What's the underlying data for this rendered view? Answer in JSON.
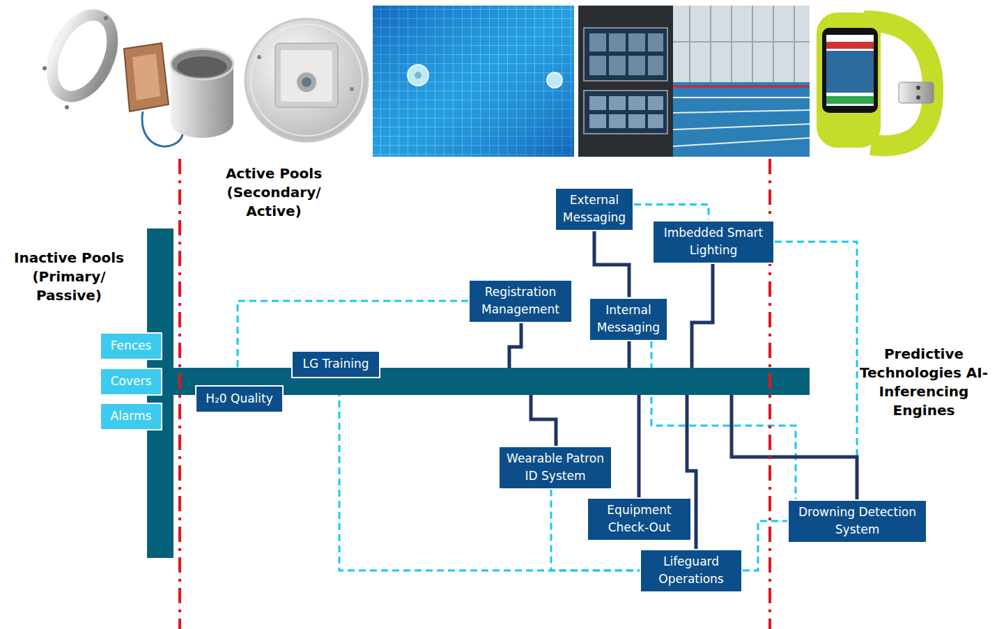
{
  "diagram": {
    "nodes": [
      {
        "text": [
          "Fences"
        ]
      },
      {
        "text": [
          "Covers"
        ]
      },
      {
        "text": [
          "Alarms"
        ]
      },
      {
        "text": [
          "H₂0 Quality"
        ]
      },
      {
        "text": [
          "LG Training"
        ]
      },
      {
        "text": [
          "Registration Management"
        ]
      },
      {
        "text": [
          "External Messaging"
        ]
      },
      {
        "text": [
          "Imbedded Smart Lighting"
        ]
      },
      {
        "text": [
          "Internal Messaging"
        ]
      },
      {
        "text": [
          "Wearable Patron ID System"
        ]
      },
      {
        "text": [
          "Equipment Check-Out"
        ]
      },
      {
        "text": [
          "Lifeguard Operations"
        ]
      },
      {
        "text": [
          "Drowning Detection System"
        ]
      }
    ],
    "edges": [
      {
        "from": 5,
        "to": 3,
        "arrow": "none"
      },
      {
        "from": 6,
        "to": 7,
        "arrow": "none"
      },
      {
        "from": 6,
        "to": 8,
        "arrow": "none"
      },
      {
        "from": 7,
        "to": 12,
        "arrow": "none"
      },
      {
        "from": 8,
        "to": 12,
        "arrow": "none"
      },
      {
        "from": 4,
        "to": 11,
        "arrow": "none"
      },
      {
        "from": 9,
        "to": 11,
        "arrow": "none"
      },
      {
        "from": 11,
        "to": 12,
        "arrow": "none"
      }
    ],
    "labels": [
      "Active Pools (Secondary/ Active)",
      "Inactive Pools (Primary/ Passive)",
      "Predictive Technologies AI-Inferencing Engines"
    ]
  }
}
